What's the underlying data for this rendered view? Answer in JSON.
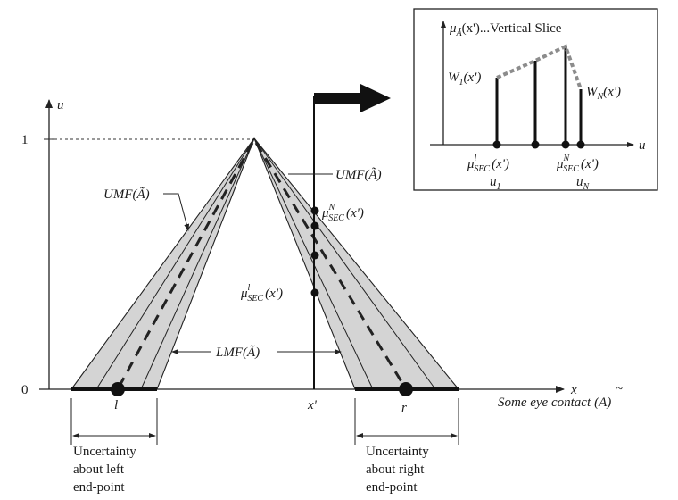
{
  "axes": {
    "u": "u",
    "x": "x",
    "one": "1",
    "zero": "0",
    "x_domain": "Some eye contact",
    "x_domain_tilde": "~",
    "x_domain_A": "(A)"
  },
  "labels": {
    "umf_left": "UMF(Ã)",
    "umf_right": "UMF(Ã)",
    "lmf": "LMF(Ã)",
    "mu_sec_n": "μ",
    "mu_sec_n_sup": "N",
    "mu_sec_n_sub": "SEC",
    "mu_sec_n_arg": "(x')",
    "mu_sec_l": "μ",
    "mu_sec_l_sup": "l",
    "mu_sec_l_sub": "SEC",
    "mu_sec_l_arg": "(x')",
    "l": "l",
    "r": "r",
    "x_prime": "x'"
  },
  "uncertainty": {
    "left": [
      "Uncertainty",
      "about left",
      "end-point"
    ],
    "right": [
      "Uncertainty",
      "about right",
      "end-point"
    ]
  },
  "inset": {
    "title": "μ",
    "title_sub": "Ã",
    "title_rest": "(x')...Vertical Slice",
    "w1": "W",
    "w1_sub": "1",
    "w1_arg": "(x')",
    "wn": "W",
    "wn_sub": "N",
    "wn_arg": "(x')",
    "axis_u": "u",
    "mu_l": "μ",
    "mu_l_sup": "l",
    "mu_l_sub": "SEC",
    "mu_l_arg": "(x')",
    "mu_n": "μ",
    "mu_n_sup": "N",
    "mu_n_sub": "SEC",
    "mu_n_arg": "(x')",
    "u1": "u",
    "u1_sub": "1",
    "un": "u",
    "un_sub": "N"
  }
}
